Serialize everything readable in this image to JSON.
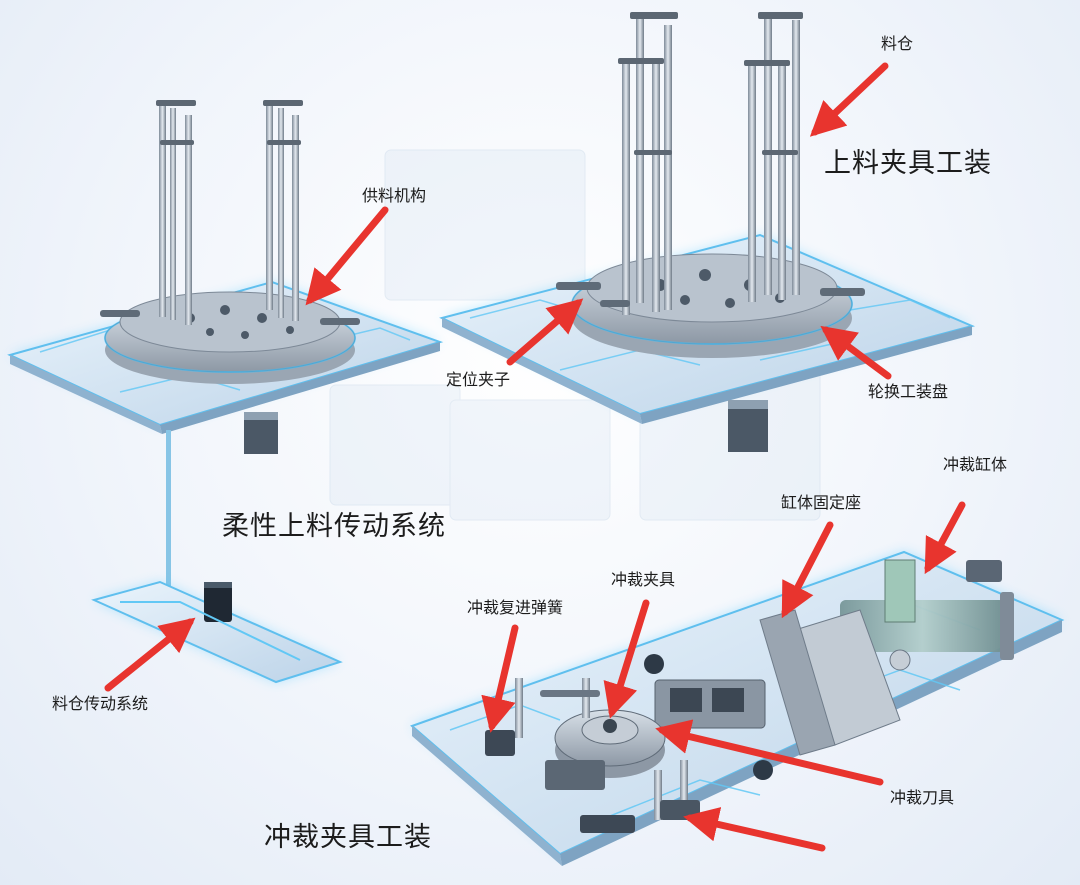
{
  "labels": {
    "hopper": "料仓",
    "feeding_fixture": "上料夹具工装",
    "feeding_mechanism": "供料机构",
    "positioning_clamp": "定位夹子",
    "rotary_fixture_plate": "轮换工装盘",
    "flexible_feeding_drive": "柔性上料传动系统",
    "hopper_drive": "料仓传动系统",
    "punch_cylinder": "冲裁缸体",
    "cylinder_mount": "缸体固定座",
    "punch_fixture": "冲裁夹具",
    "punch_return_spring": "冲裁复进弹簧",
    "punch_tool": "冲裁刀具",
    "punch_fixture_tooling": "冲裁夹具工装"
  },
  "colors": {
    "arrow": "#e8342e",
    "glow": "#3fc3ff",
    "metal": "#aab4c0",
    "plate": "#d6e6f4"
  }
}
